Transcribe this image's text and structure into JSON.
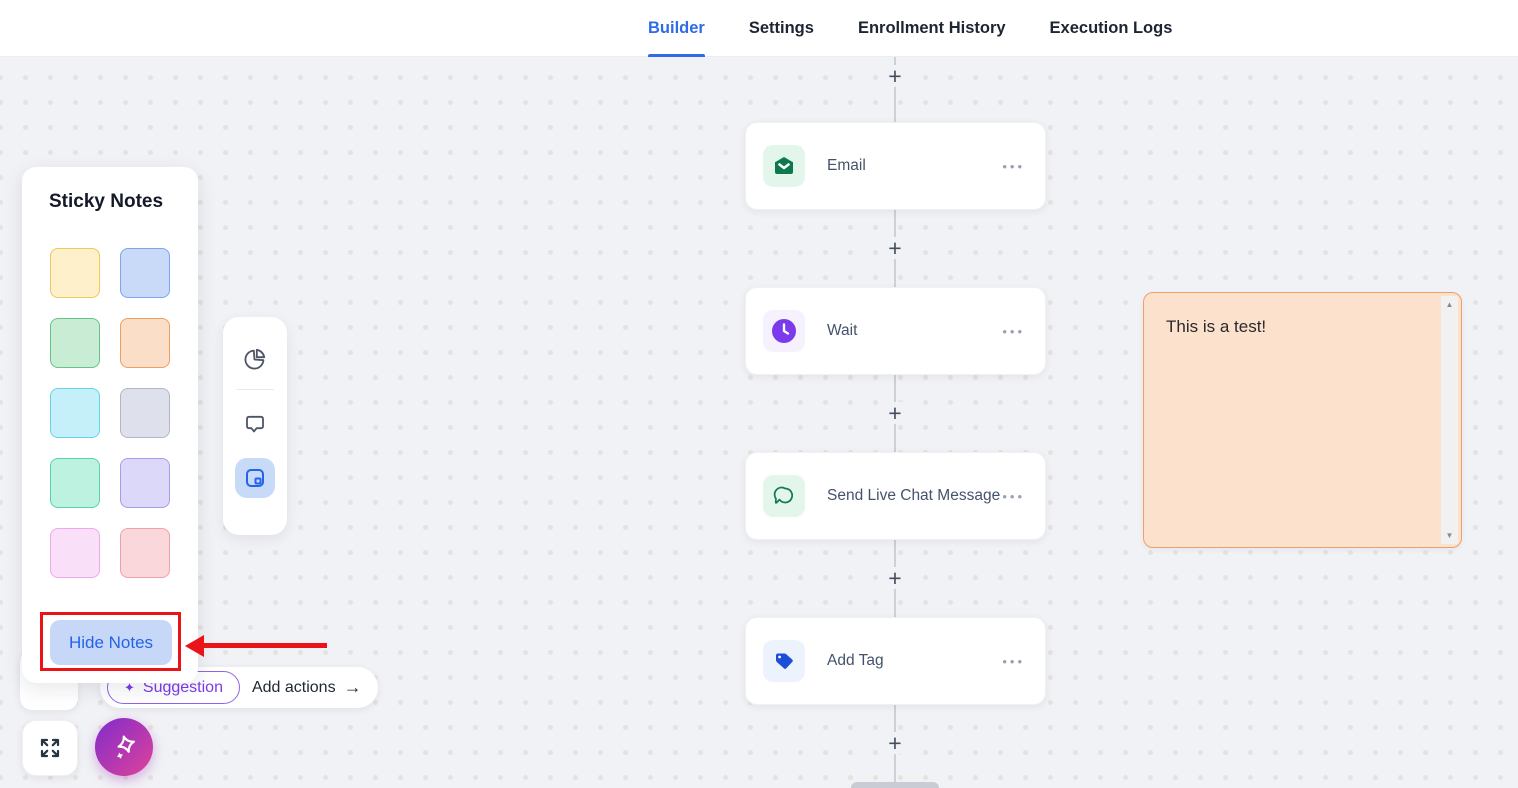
{
  "header": {
    "tabs": [
      {
        "label": "Builder",
        "active": true
      },
      {
        "label": "Settings",
        "active": false
      },
      {
        "label": "Enrollment History",
        "active": false
      },
      {
        "label": "Execution Logs",
        "active": false
      }
    ]
  },
  "sticky_panel": {
    "title": "Sticky Notes",
    "hide_button_label": "Hide Notes",
    "swatches": [
      {
        "name": "yellow",
        "bg": "#fdf0cb",
        "border": "#f0c75b"
      },
      {
        "name": "blue",
        "bg": "#c9d9f8",
        "border": "#7ea4ee"
      },
      {
        "name": "green",
        "bg": "#c9edd4",
        "border": "#66c388"
      },
      {
        "name": "peach",
        "bg": "#fbdec8",
        "border": "#ee9e61"
      },
      {
        "name": "cyan",
        "bg": "#c5f0fa",
        "border": "#64d3ea"
      },
      {
        "name": "gray",
        "bg": "#dee1eb",
        "border": "#b0b6c9"
      },
      {
        "name": "mint",
        "bg": "#bcf2df",
        "border": "#57d3ab"
      },
      {
        "name": "lavender",
        "bg": "#dcd8f9",
        "border": "#a89cea"
      },
      {
        "name": "pink",
        "bg": "#fadff8",
        "border": "#efa9e9"
      },
      {
        "name": "rose",
        "bg": "#fad7da",
        "border": "#f2a0a8"
      }
    ]
  },
  "toolbar": {
    "items": [
      {
        "icon": "pie-chart-icon",
        "active": false
      },
      {
        "icon": "comment-icon",
        "active": false
      },
      {
        "icon": "sticky-note-icon",
        "active": true
      }
    ]
  },
  "workflow": {
    "plus_symbol": "+",
    "menu_symbol": "•••",
    "nodes": [
      {
        "label": "Email",
        "icon": "email-icon",
        "tile_bg": "#e3f6ec",
        "icon_color": "#0c7a4c"
      },
      {
        "label": "Wait",
        "icon": "clock-icon",
        "tile_bg": "#f5f1fd",
        "icon_color": "#7c3aed"
      },
      {
        "label": "Send Live Chat Message",
        "icon": "live-chat-icon",
        "tile_bg": "#e3f6ec",
        "icon_color": "#157a52"
      },
      {
        "label": "Add Tag",
        "icon": "tag-icon",
        "tile_bg": "#edf3fc",
        "icon_color": "#1c4ed8"
      }
    ]
  },
  "sticky_note": {
    "text": "This is a test!",
    "bg": "#fce2cc",
    "border": "#f0a066",
    "scroll_up_symbol": "▲",
    "scroll_down_symbol": "▼"
  },
  "actions_bar": {
    "suggestion_label": "Suggestion",
    "sparkle_symbol": "✦",
    "add_actions_label": "Add actions",
    "arrow_symbol": "→"
  },
  "annotation": {
    "color": "#e91318"
  },
  "colors": {
    "accent_blue": "#2e6be5",
    "hide_button_bg": "#c7d7f7"
  }
}
